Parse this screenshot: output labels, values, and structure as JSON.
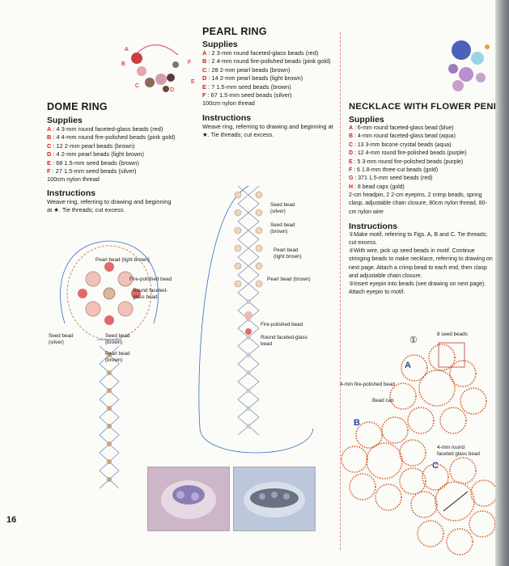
{
  "page_number": "16",
  "dome": {
    "title": "DOME RING",
    "supplies_heading": "Supplies",
    "supplies": [
      {
        "key": "A",
        "text": ": 4 3-mm round faceted-glass beads (red)"
      },
      {
        "key": "B",
        "text": ": 4 4-mm round fire-polished beads (pink gold)"
      },
      {
        "key": "C",
        "text": ": 12 2-mm pearl beads (brown)"
      },
      {
        "key": "D",
        "text": ": 4 2-mm pearl beads (light brown)"
      },
      {
        "key": "E",
        "text": ": 68 1.5-mm seed beads (brown)"
      },
      {
        "key": "F",
        "text": ": 27 1.5-mm seed beads (silver)"
      }
    ],
    "thread": "100cm nylon thread",
    "instructions_heading": "Instructions",
    "instructions": "Weave ring, referring to drawing and beginning at ★. Tie threads; cut excess.",
    "diagram_labels": {
      "pearl_light": "Pearl bead (light brown)",
      "fire": "Fire-polished bead",
      "round": "Round faceted-\nglass bead",
      "seed_silver": "Seed bead\n(silver)",
      "seed_brown": "Seed bead\n(brown)",
      "pearl_brown": "Pearl bead\n(brown)"
    }
  },
  "pearl": {
    "title": "PEARL RING",
    "supplies_heading": "Supplies",
    "supplies": [
      {
        "key": "A",
        "text": ": 2 3-mm round faceted-glass beads (red)"
      },
      {
        "key": "B",
        "text": ": 2 4-mm round fire-polished beads (pink gold)"
      },
      {
        "key": "C",
        "text": ": 28 2-mm pearl beads (brown)"
      },
      {
        "key": "D",
        "text": ": 14 2-mm pearl beads (light brown)"
      },
      {
        "key": "E",
        "text": ": 7 1.5-mm seed beads (brown)"
      },
      {
        "key": "F",
        "text": ": 67 1.5-mm seed beads (silver)"
      }
    ],
    "thread": "100cm nylon thread",
    "instructions_heading": "Instructions",
    "instructions": "Weave ring, referring to drawing and beginning at ★. Tie threads; cut excess.",
    "diagram_labels": {
      "seed_silver": "Seed bead\n(silver)",
      "seed_brown": "Seed bead\n(brown)",
      "pearl_light": "Pearl bead\n(light brown)",
      "pearl_brown": "Pearl bead (brown)",
      "fire": "Fire-polished bead",
      "round": "Round faceted-glass\nbead"
    }
  },
  "necklace": {
    "title": "NECKLACE WITH FLOWER PENDANT",
    "supplies_heading": "Supplies",
    "supplies": [
      {
        "key": "A",
        "text": ": 6-mm round faceted-glass bead (blue)"
      },
      {
        "key": "B",
        "text": ": 4-mm round faceted-glass bead (aqua)"
      },
      {
        "key": "C",
        "text": ": 13 3-mm bicone crystal beads (aqua)"
      },
      {
        "key": "D",
        "text": ": 12 4-mm round fire-polished beads (purple)"
      },
      {
        "key": "E",
        "text": ": 5 3-mm round fire-polished beads (purple)"
      },
      {
        "key": "F",
        "text": ": 6 1.8-mm three-cut beads (gold)"
      },
      {
        "key": "G",
        "text": ": 371 1.5-mm seed beads (red)"
      },
      {
        "key": "H",
        "text": ": 8 bead caps (gold)"
      }
    ],
    "extra": "2-cm headpin, 2 2-cm eyepins, 2 crimp beads, spring clasp, adjustable chain closure, 80cm nylon thread, 80-cm nylon wire",
    "instructions_heading": "Instructions",
    "steps": [
      "①Make motif, referring to Figs. A, B and C. Tie threads; cut excess.",
      "②With wire, pick up seed beads in motif. Continue stringing beads to make necklace, referring to drawing on next page. Attach a crimp bead to each end, then clasp and adjustable chain closure.",
      "③Insert eyepin into beads (see drawing on next page). Attach eyepin to motif."
    ],
    "fig_step": "①",
    "diagram_labels": {
      "seed8": "8 seed beads",
      "fire4": "4-mm fire-polished bead",
      "cap": "Bead cap",
      "round4": "4-mm round\nfaceted glass bead",
      "figA": "A",
      "figB": "B",
      "figC": "C"
    }
  },
  "photo_labels": [
    "A",
    "B",
    "C",
    "D",
    "E",
    "F"
  ]
}
